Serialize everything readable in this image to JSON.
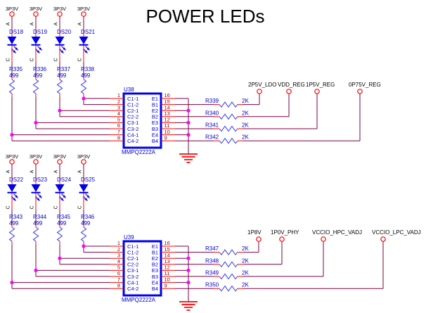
{
  "title": "POWER LEDs",
  "colors": {
    "wire": "#7A0040",
    "pin_stub": "#FF0000",
    "symbol_blue": "#0000EE",
    "resistor_blue": "#5555F0",
    "label_blue": "#0000CC",
    "pin_number": "#8B0000",
    "junction": "#FF00FF",
    "ground_red": "#FF0000",
    "port_red": "#FF0000",
    "text_black": "#000000"
  },
  "led_pin_labels": {
    "anode": "A",
    "cathode": "C"
  },
  "banks": [
    {
      "power_net": "3P3V",
      "led_columns": [
        {
          "led": "DS18",
          "res": "R335",
          "value": "499"
        },
        {
          "led": "DS19",
          "res": "R336",
          "value": "499"
        },
        {
          "led": "DS20",
          "res": "R337",
          "value": "499"
        },
        {
          "led": "DS21",
          "res": "R338",
          "value": "499"
        }
      ],
      "ic": {
        "ref": "U38",
        "part": "MMPQ2222A",
        "left_pins": [
          {
            "num": "1",
            "name": "C1-1"
          },
          {
            "num": "2",
            "name": "C1-2"
          },
          {
            "num": "3",
            "name": "C2-1"
          },
          {
            "num": "4",
            "name": "C2-2"
          },
          {
            "num": "5",
            "name": "C3-1"
          },
          {
            "num": "6",
            "name": "C3-2"
          },
          {
            "num": "7",
            "name": "C4-1"
          },
          {
            "num": "8",
            "name": "C4-2"
          }
        ],
        "right_pins": [
          {
            "num": "16",
            "name": "E1"
          },
          {
            "num": "15",
            "name": "B1"
          },
          {
            "num": "14",
            "name": "E2"
          },
          {
            "num": "13",
            "name": "B2"
          },
          {
            "num": "12",
            "name": "E3"
          },
          {
            "num": "11",
            "name": "B3"
          },
          {
            "num": "10",
            "name": "E4"
          },
          {
            "num": "9",
            "name": "B4"
          }
        ]
      },
      "base_resistors": [
        {
          "ref": "R339",
          "value": "2K",
          "port": "2P5V_LDO"
        },
        {
          "ref": "R340",
          "value": "2K",
          "port": "VDD_REG"
        },
        {
          "ref": "R341",
          "value": "2K",
          "port": "1P5V_REG"
        },
        {
          "ref": "R342",
          "value": "2K",
          "port": "0P75V_REG"
        }
      ]
    },
    {
      "power_net": "3P3V",
      "led_columns": [
        {
          "led": "DS22",
          "res": "R343",
          "value": "499"
        },
        {
          "led": "DS23",
          "res": "R344",
          "value": "499"
        },
        {
          "led": "DS24",
          "res": "R345",
          "value": "499"
        },
        {
          "led": "DS25",
          "res": "R346",
          "value": "499"
        }
      ],
      "ic": {
        "ref": "U39",
        "part": "MMPQ2222A",
        "left_pins": [
          {
            "num": "1",
            "name": "C1-1"
          },
          {
            "num": "2",
            "name": "C1-2"
          },
          {
            "num": "3",
            "name": "C2-1"
          },
          {
            "num": "4",
            "name": "C2-2"
          },
          {
            "num": "5",
            "name": "C3-1"
          },
          {
            "num": "6",
            "name": "C3-2"
          },
          {
            "num": "7",
            "name": "C4-1"
          },
          {
            "num": "8",
            "name": "C4-2"
          }
        ],
        "right_pins": [
          {
            "num": "16",
            "name": "E1"
          },
          {
            "num": "15",
            "name": "B1"
          },
          {
            "num": "14",
            "name": "E2"
          },
          {
            "num": "13",
            "name": "B2"
          },
          {
            "num": "12",
            "name": "E3"
          },
          {
            "num": "11",
            "name": "B3"
          },
          {
            "num": "10",
            "name": "E4"
          },
          {
            "num": "9",
            "name": "B4"
          }
        ]
      },
      "base_resistors": [
        {
          "ref": "R347",
          "value": "2K",
          "port": "1P8V"
        },
        {
          "ref": "R348",
          "value": "2K",
          "port": "1P0V_PHY"
        },
        {
          "ref": "R349",
          "value": "2K",
          "port": "VCCIO_HPC_VADJ"
        },
        {
          "ref": "R350",
          "value": "2K",
          "port": "VCCIO_LPC_VADJ"
        }
      ]
    }
  ]
}
